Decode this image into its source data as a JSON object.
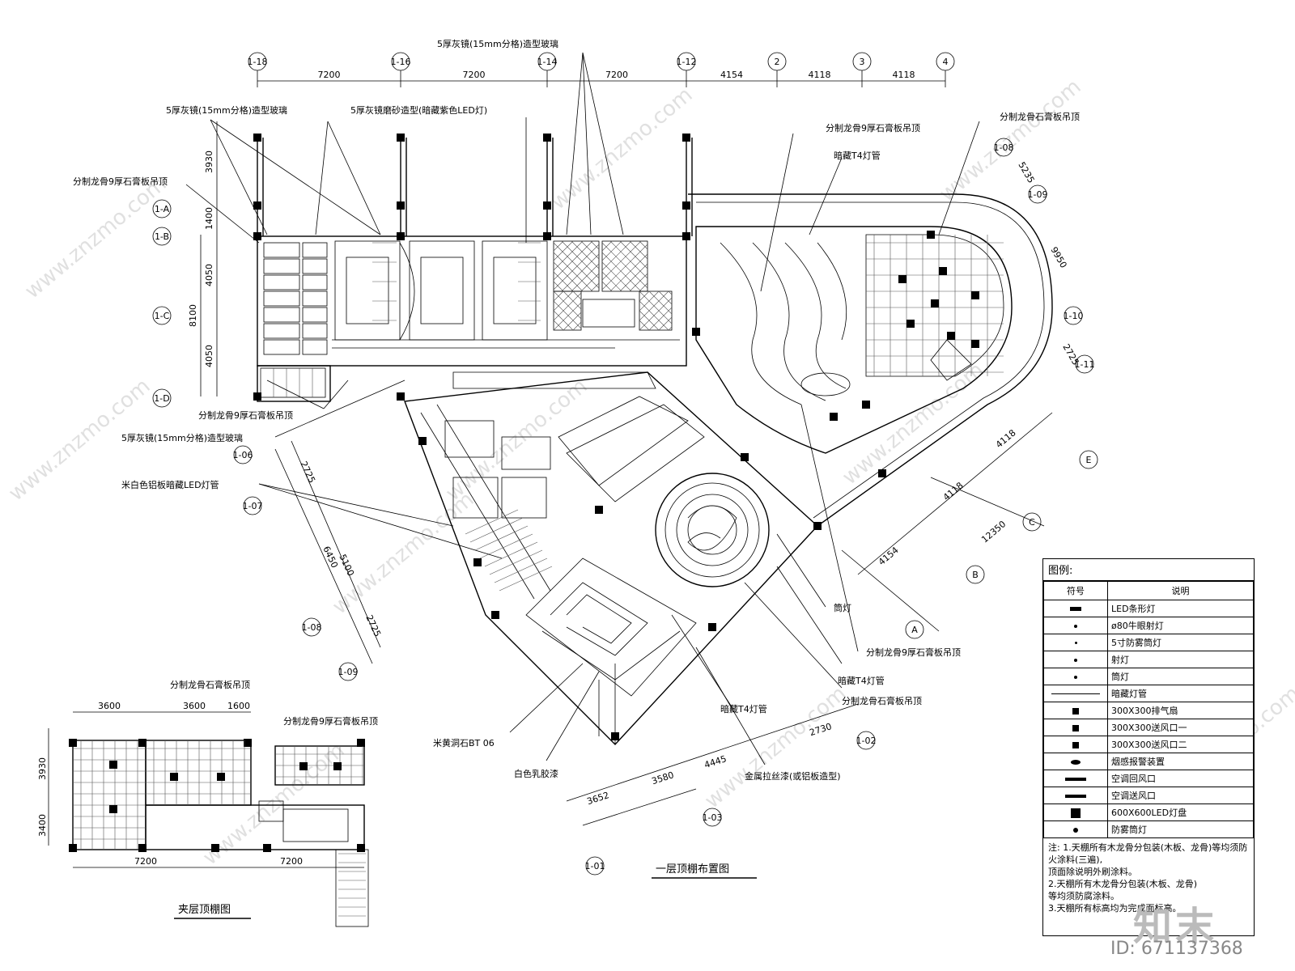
{
  "drawing_title": "一层顶棚布置图",
  "inset_title": "夹层顶棚图",
  "top_axes": [
    "1-18",
    "1-16",
    "1-14",
    "1-12",
    "2",
    "3",
    "4"
  ],
  "top_dims": [
    "7200",
    "7200",
    "7200",
    "4154",
    "4118",
    "4118"
  ],
  "left_axes": [
    "1-A",
    "1-B",
    "1-C",
    "1-D"
  ],
  "left_dims": [
    "1400",
    "4050",
    "8100",
    "4050"
  ],
  "top_left_dim": "3930",
  "right_axes": [
    "1-08",
    "1-09",
    "1-10",
    "1-11"
  ],
  "right_dims": [
    "5235",
    "9950",
    "2725"
  ],
  "diag_axes": [
    "E",
    "C",
    "B",
    "A"
  ],
  "diag_dims": [
    "4118",
    "4118",
    "12350",
    "4154"
  ],
  "lower_left_axes": [
    "1-06",
    "1-07",
    "1-08",
    "1-09"
  ],
  "lower_left_dims": [
    "2725",
    "5100",
    "6450",
    "2725"
  ],
  "bottom_axes": [
    "1-02",
    "1-03",
    "1-01"
  ],
  "bottom_dims": [
    "3652",
    "3580",
    "4445",
    "2730"
  ],
  "inset_dims_top": [
    "3600",
    "3600",
    "1600"
  ],
  "inset_dims_left": [
    "3930",
    "3400"
  ],
  "inset_dims_bottom": [
    "7200",
    "7200"
  ],
  "annotations": {
    "a1": "5厚灰镜(15mm分格)造型玻璃",
    "a2": "5厚灰镜(15mm分格)造型玻璃",
    "a3": "5厚灰镜磨砂造型(暗藏紫色LED灯)",
    "a4": "分制龙骨9厚石膏板吊顶",
    "a5": "分制龙骨9厚石膏板吊顶",
    "a6": "暗藏T4灯管",
    "a7": "分制龙骨石膏板吊顶",
    "a8": "分制龙骨9厚石膏板吊顶",
    "a9": "5厚灰镜(15mm分格)造型玻璃",
    "a10": "米白色铝板暗藏LED灯管",
    "a11": "分制龙骨9厚石膏板吊顶",
    "a12": "筒灯",
    "a13": "暗藏T4灯管",
    "a14": "分制龙骨石膏板吊顶",
    "a15": "暗藏T4灯管",
    "a16": "米黄洞石BT 06",
    "a17": "白色乳胶漆",
    "a18": "金属拉丝漆(或铝板造型)",
    "a19": "分制龙骨石膏板吊顶",
    "a20": "分制龙骨9厚石膏板吊顶"
  },
  "legend": {
    "title": "图例:",
    "col_symbol": "符号",
    "col_desc": "说明",
    "rows": [
      {
        "sym": "rect-sm",
        "desc": "LED条形灯"
      },
      {
        "sym": "dot",
        "desc": "ø80牛眼射灯"
      },
      {
        "sym": "dot-sm",
        "desc": "5寸防雾筒灯"
      },
      {
        "sym": "dot",
        "desc": "射灯"
      },
      {
        "sym": "dot",
        "desc": "筒灯"
      },
      {
        "sym": "line",
        "desc": "暗藏灯管"
      },
      {
        "sym": "sq",
        "desc": "300X300排气扇"
      },
      {
        "sym": "sq",
        "desc": "300X300送风口一"
      },
      {
        "sym": "sq",
        "desc": "300X300送风口二"
      },
      {
        "sym": "circ",
        "desc": "烟感报警装置"
      },
      {
        "sym": "bar",
        "desc": "空调回风口"
      },
      {
        "sym": "bar",
        "desc": "空调送风口"
      },
      {
        "sym": "sq-lg",
        "desc": "600X600LED灯盘"
      },
      {
        "sym": "circ-sm",
        "desc": "防雾筒灯"
      }
    ],
    "notes_label": "注:",
    "notes": [
      "1.天棚所有木龙骨分包装(木板、龙骨)等均须防火涂料(三遍),",
      "顶面除说明外刷涂料。",
      "2.天棚所有木龙骨分包装(木板、龙骨)",
      "等均须防腐涂料。",
      "3.天棚所有标高均为完成面标高。"
    ]
  },
  "watermark": "www.znzmo.com",
  "logo": "知末",
  "id_text": "ID: 671137368"
}
